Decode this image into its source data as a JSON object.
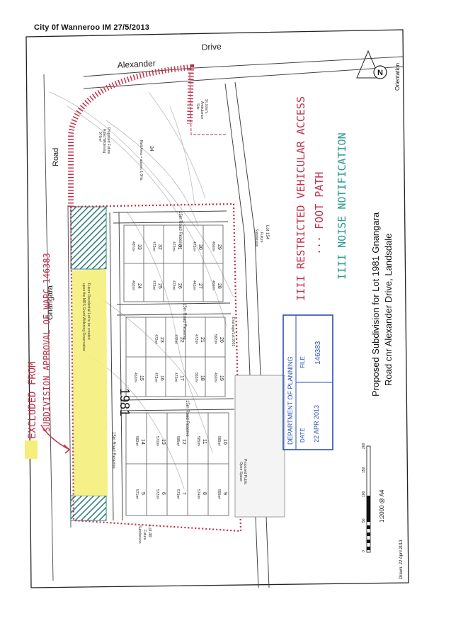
{
  "header": {
    "text": "City 0f Wanneroo IM  27/5/2013"
  },
  "roads": {
    "alexander": "Alexander",
    "drive": "Drive",
    "gnangara_1": "Gnangara",
    "gnangara_2": "Road",
    "reserve_15m_a": "15m Road Reserve",
    "reserve_15m_b": "15m Road Reserve",
    "reserve_15m_c": "15m Road Reserve",
    "reserve_15m_d": "15m Road Reserve"
  },
  "lot_number": "1981",
  "orientation": {
    "label": "Orientation",
    "letter": "N"
  },
  "annotations": {
    "excluded_1": "EXCLUDED FROM",
    "excluded_2": "SUBDIVISION APPROVAL OF WAPC 146383",
    "restricted": "IIII RESTRICTED VEHICULAR ACCESS",
    "foot_path": "··· FOOT PATH",
    "noise": "IIII NOISE NOTIFICATION"
  },
  "stamp": {
    "title": "DEPARTMENT OF PLANNING",
    "file_label": "FILE",
    "file_number": "146383",
    "date_label": "DATE",
    "date_value": "22 APR 2013"
  },
  "title_block": {
    "line1": "Proposed Subdivision for Lot 1981 Gnangara",
    "line2": "Road cnr Alexander Drive, Landsdale",
    "scale": "1:2000 @ A4",
    "drawn": "Drawn: 22 April 2013",
    "scale_ticks": [
      "0",
      "50",
      "100",
      "150",
      "200"
    ]
  },
  "parcels": {
    "lot154_title": "Lot 154",
    "lot154_sub1": "Future",
    "lot154_sub2": "Subdivision",
    "lot49_title": "Lot 49",
    "lot49_sub1": "Future",
    "lot49_sub2": "Subdivision",
    "lot34": "34",
    "lot34_area": "Nett Area = approx 1.0Ha",
    "ambulance_1": "St John's",
    "ambulance_2": "Ambulance",
    "ambulance_3": "Site",
    "widening_1": "Proposed Future",
    "widening_2": "Road Widening",
    "widening_3": "976m²",
    "public_open_space_1": "Proposed Public",
    "public_open_space_2": "Open Space",
    "drainage": "Drainage/Lot 9001",
    "yellow_note_1": "Future Residential Lot to be created",
    "yellow_note_2": "upon the MRS Grant Widening Reservation"
  },
  "lots": [
    {
      "n": "24",
      "a": "462m²"
    },
    {
      "n": "25",
      "a": "472m²"
    },
    {
      "n": "26",
      "a": "472m²"
    },
    {
      "n": "27",
      "a": "442m²"
    },
    {
      "n": "28",
      "a": "460m²"
    },
    {
      "n": "29",
      "a": "460m²"
    },
    {
      "n": "30",
      "a": "472m²"
    },
    {
      "n": "31",
      "a": "472m²"
    },
    {
      "n": "32",
      "a": "472m²"
    },
    {
      "n": "33",
      "a": "487m²"
    },
    {
      "n": "15",
      "a": "462m²"
    },
    {
      "n": "16",
      "a": "472m²"
    },
    {
      "n": "17",
      "a": "472m²"
    },
    {
      "n": "18",
      "a": "562m²"
    },
    {
      "n": "19",
      "a": "460m²"
    },
    {
      "n": "20",
      "a": "582m²"
    },
    {
      "n": "21",
      "a": "472m²"
    },
    {
      "n": "22",
      "a": "472m²"
    },
    {
      "n": "23",
      "a": "472m²"
    },
    {
      "n": "5",
      "a": "571m²"
    },
    {
      "n": "6",
      "a": "572m²"
    },
    {
      "n": "7",
      "a": "573m²"
    },
    {
      "n": "8",
      "a": "574m²"
    },
    {
      "n": "9",
      "a": "555m²"
    },
    {
      "n": "10",
      "a": "585m²"
    },
    {
      "n": "11",
      "a": "585m²"
    },
    {
      "n": "12",
      "a": "585m²"
    },
    {
      "n": "13",
      "a": "570m²"
    },
    {
      "n": "14",
      "a": "582m²"
    }
  ]
}
